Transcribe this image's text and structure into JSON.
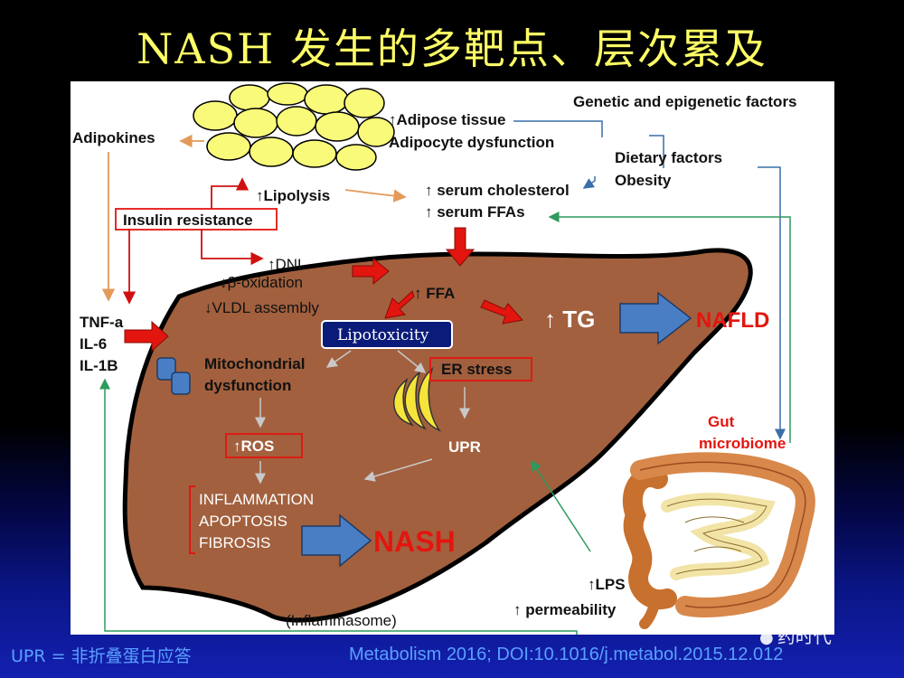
{
  "title": "NASH 发生的多靶点、层次累及",
  "diagram": {
    "genetic": "Genetic and epigenetic factors",
    "adipose_line1": "↑Adipose tissue",
    "adipose_line2": "Adipocyte dysfunction",
    "adipokines": "Adipokines",
    "dietary_line1": "Dietary factors",
    "dietary_line2": "Obesity",
    "lipolysis": "↑Lipolysis",
    "serum_chol": "↑ serum cholesterol",
    "serum_ffa": "↑ serum FFAs",
    "insulin": "Insulin resistance",
    "dnl": "↑DNL",
    "beta_ox": "↓β-oxidation",
    "vldl": "↓VLDL assembly",
    "ffa": "↑ FFA",
    "tg": "↑ TG",
    "nafld": "NAFLD",
    "tnf": "TNF-a",
    "il6": "IL-6",
    "il1b": "IL-1B",
    "lipotoxicity": "Lipotoxicity",
    "mito_line1": "Mitochondrial",
    "mito_line2": "dysfunction",
    "er_stress": "ER stress",
    "ros": "↑ROS",
    "upr": "UPR",
    "gut_line1": "Gut",
    "gut_line2": "microbiome",
    "inflammation": "INFLAMMATION",
    "apoptosis": "APOPTOSIS",
    "fibrosis": "FIBROSIS",
    "nash": "NASH",
    "lps": "↑LPS",
    "permeability": "↑ permeability",
    "inflammasome": "(Inflammasome)"
  },
  "footer": {
    "upr_note": "UPR = 非折叠蛋白应答",
    "citation": "Metabolism 2016; DOI:10.1016/j.metabol.2015.12.012"
  },
  "watermark": "药时代",
  "colors": {
    "title": "#ffff66",
    "liver": "#a2603e",
    "red_arrow": "#e3150f",
    "blue_arrow": "#4a7ec4",
    "adipocyte": "#fafa7a",
    "footer_text": "#5aa0ff"
  }
}
